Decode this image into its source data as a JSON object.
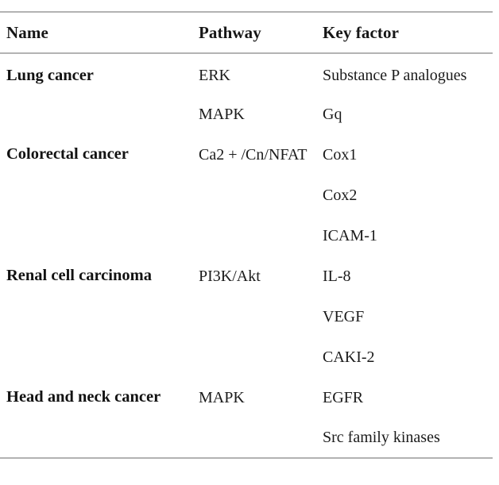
{
  "table": {
    "columns": [
      {
        "key": "name",
        "label": "Name"
      },
      {
        "key": "pathway",
        "label": "Pathway"
      },
      {
        "key": "keyfactor",
        "label": "Key factor"
      }
    ],
    "rows": [
      {
        "name": "Lung cancer",
        "pathway": "ERK",
        "keyfactor": "Substance P analogues"
      },
      {
        "name": "",
        "pathway": "MAPK",
        "keyfactor": "Gq"
      },
      {
        "name": "Colorectal cancer",
        "pathway": "Ca2 + /Cn/NFAT",
        "keyfactor": "Cox1"
      },
      {
        "name": "",
        "pathway": "",
        "keyfactor": "Cox2"
      },
      {
        "name": "",
        "pathway": "",
        "keyfactor": "ICAM-1"
      },
      {
        "name": "Renal cell carcinoma",
        "pathway": "PI3K/Akt",
        "keyfactor": "IL-8"
      },
      {
        "name": "",
        "pathway": "",
        "keyfactor": "VEGF"
      },
      {
        "name": "",
        "pathway": "",
        "keyfactor": "CAKI-2"
      },
      {
        "name": "Head and neck cancer",
        "pathway": "MAPK",
        "keyfactor": "EGFR"
      },
      {
        "name": "",
        "pathway": "",
        "keyfactor": "Src family kinases"
      }
    ],
    "colors": {
      "rule": "#b3b3b3",
      "header_text": "#161616",
      "body_text": "#1b1b1b",
      "background": "#ffffff"
    }
  }
}
